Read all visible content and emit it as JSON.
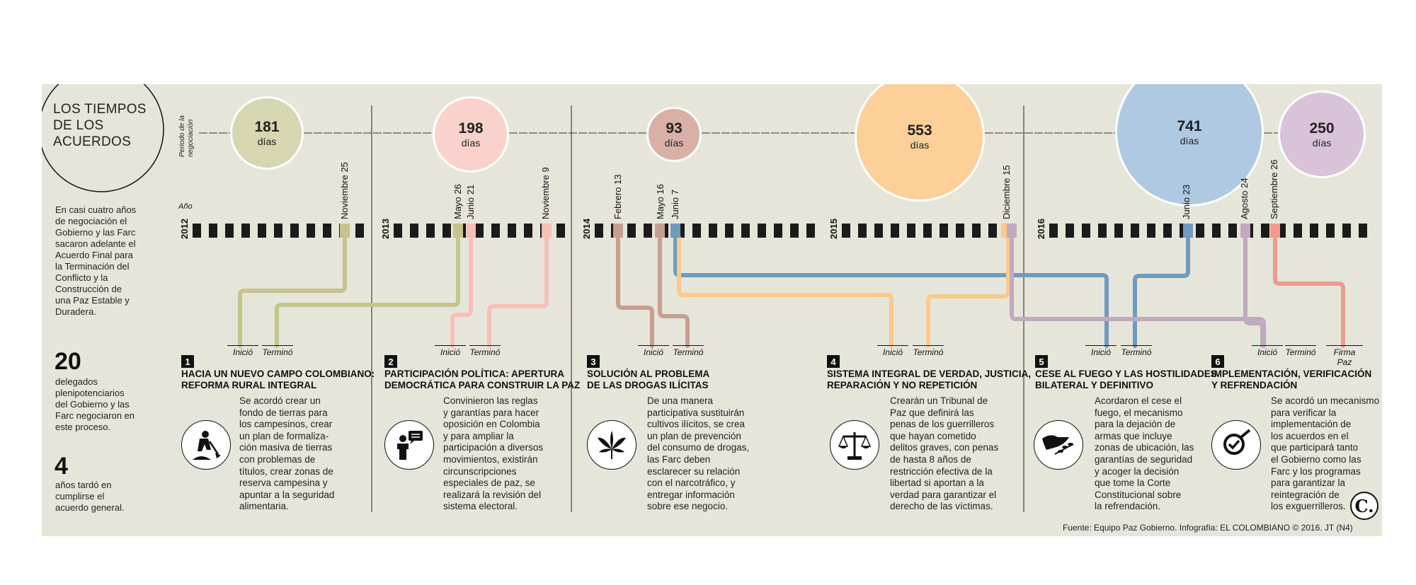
{
  "title": "LOS TIEMPOS\nDE LOS\nACUERDOS",
  "intro": "En casi cuatro años\nde negociación el\nGobierno y las Farc\nsacaron adelante el\nAcuerdo Final para\nla Terminación del\nConflicto y la\nConstrucción de\nuna Paz Estable y\nDuradera.",
  "stat1": {
    "number": "20",
    "text": "delegados\nplenipotenciarios\ndel Gobierno y las\nFarc negociaron en\neste proceso."
  },
  "stat2": {
    "number": "4",
    "text": "años tardó en\ncumplirse el\nacuerdo general."
  },
  "period_label": "Periodo de la\nnegociación",
  "year_label": "Año",
  "years": [
    "2012",
    "2013",
    "2014",
    "2015",
    "2016"
  ],
  "circles": [
    {
      "value": "181",
      "unit": "días",
      "color": "#d6d6b0",
      "days": 181
    },
    {
      "value": "198",
      "unit": "días",
      "color": "#f9d3cb",
      "days": 198
    },
    {
      "value": "93",
      "unit": "días",
      "color": "#d9b0a6",
      "days": 93
    },
    {
      "value": "553",
      "unit": "días",
      "color": "#fdd09a",
      "days": 553
    },
    {
      "value": "741",
      "unit": "días",
      "color": "#afc9e2",
      "days": 741
    },
    {
      "value": "250",
      "unit": "días",
      "color": "#d8c3d9",
      "days": 250
    }
  ],
  "dates": [
    {
      "label": "Noviembre 25",
      "color": "#c6c48d"
    },
    {
      "label": "Mayo 26",
      "color": "#c6c48d"
    },
    {
      "label": "Junio 21",
      "color": "#f6c0b6"
    },
    {
      "label": "Noviembre 9",
      "color": "#f6c0b6"
    },
    {
      "label": "Febrero 13",
      "color": "#c79f90"
    },
    {
      "label": "Mayo 16",
      "color": "#c79f90"
    },
    {
      "label": "Junio  7",
      "color": "#6f9bbf"
    },
    {
      "label": "Diciembre 15",
      "color": "#fcc98a"
    },
    {
      "label": "Junio  23",
      "color": "#6f9bbf"
    },
    {
      "label": "Agosto  24",
      "color": "#c1a9c0"
    },
    {
      "label": "Septiembre 26",
      "color": "#ee9c8d"
    }
  ],
  "endpoint_labels": {
    "inicio": "Inició",
    "termino": "Terminó",
    "firma": "Firma Paz"
  },
  "sections": [
    {
      "num": "1",
      "heading": "HACIA UN NUEVO CAMPO COLOMBIANO:\nREFORMA RURAL INTEGRAL",
      "body": "Se acordó crear un\nfondo de tierras para\nlos campesinos, crear\nun plan de formaliza-\nción masiva de tierras\ncon problemas de\ntítulos, crear zonas de\nreserva campesina y\napuntar a la seguridad\nalimentaria.",
      "icon": "farmer-digging-icon"
    },
    {
      "num": "2",
      "heading": "PARTICIPACIÓN POLÍTICA: APERTURA\nDEMOCRÁTICA PARA CONSTRUIR LA PAZ",
      "body": "Convinieron las reglas\ny garantías para hacer\noposición en Colombia\ny para ampliar la\nparticipación a diversos\nmovimientos, existirán\ncircunscripciones\nespeciales de paz, se\nrealizará la revisión del\nsistema electoral.",
      "icon": "speaker-podium-icon"
    },
    {
      "num": "3",
      "heading": "SOLUCIÓN AL PROBLEMA\nDE LAS DROGAS ILÍCITAS",
      "body": "De una manera\nparticipativa sustituirán\ncultivos ilícitos, se crea\nun plan de prevención\ndel consumo de drogas,\nlas Farc deben\nesclarecer su relación\ncon el narcotráfico, y\nentregar información\nsobre ese negocio.",
      "icon": "leaf-icon"
    },
    {
      "num": "4",
      "heading": "SISTEMA INTEGRAL DE VERDAD, JUSTICIA,\nREPARACIÓN Y NO REPETICIÓN",
      "body": "Crearán un Tribunal de\nPaz que definirá las\npenas de los guerrilleros\nque hayan cometido\ndelitos graves, con penas\nde hasta 8 años de\nrestricción efectiva de la\nlibertad si aportan a la\nverdad para garantizar el\nderecho de las víctimas.",
      "icon": "justice-scale-icon"
    },
    {
      "num": "5",
      "heading": "CESE AL FUEGO Y LAS HOSTILIDADES\nBILATERAL Y DEFINITIVO",
      "body": "Acordaron el cese el\nfuego, el mecanismo\npara la dejación de\narmas que incluye\nzonas de ubicación, las\ngarantías de seguridad\ny acoger la decisión\nque tome la Corte\nConstitucional  sobre\nla refrendación.",
      "icon": "dove-icon"
    },
    {
      "num": "6",
      "heading": "IMPLEMENTACIÓN, VERIFICACIÓN\nY REFRENDACIÓN",
      "body": "Se acordó un mecanismo\npara verificar  la\nimplementación de\nlos acuerdos en el\nque participará tanto\nel Gobierno como las\nFarc y los programas\npara garantizar la\nreintegración de\nlos exguerrilleros.",
      "icon": "check-magnifier-icon"
    }
  ],
  "logo": "C.",
  "source": "Fuente: Equipo Paz Gobierno. Infografía: EL COLOMBIANO © 2016. JT (N4)"
}
